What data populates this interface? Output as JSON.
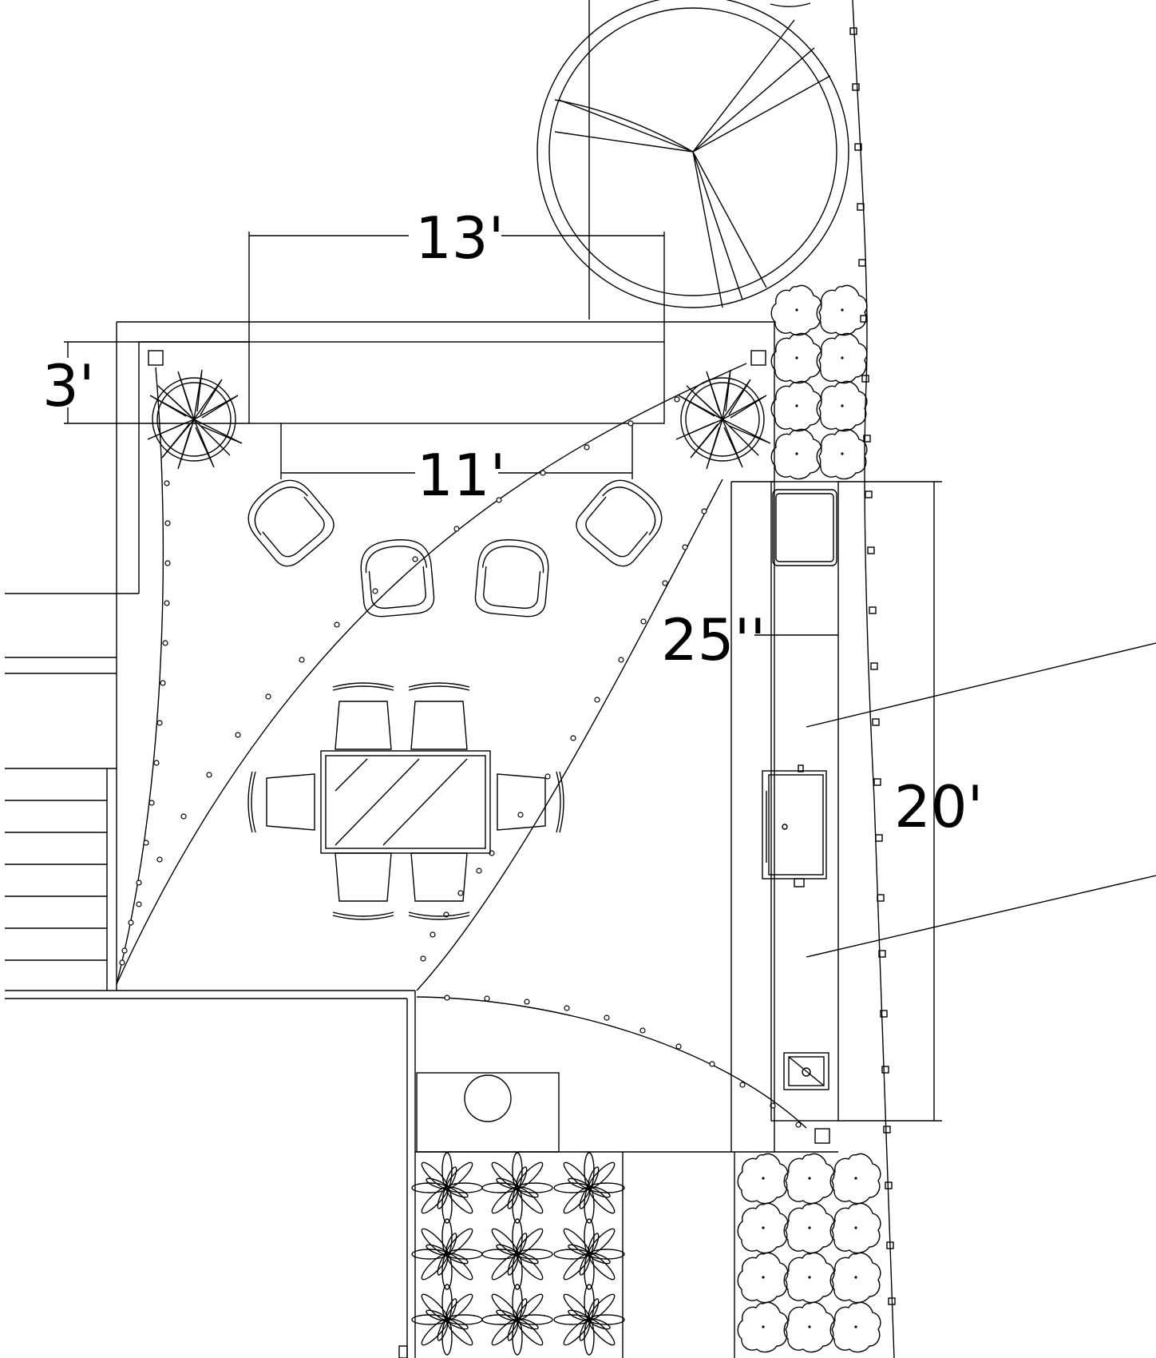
{
  "dimensions": {
    "top_width": "13'",
    "bench_depth": "3'",
    "inner_width": "11'",
    "counter_depth": "25''",
    "counter_length": "20'"
  },
  "colors": {
    "line": "#000000",
    "background": "#ffffff"
  },
  "icons": {
    "umbrella": "umbrella-icon",
    "planter": "potted-palm-icon",
    "lounge_chair": "lounge-chair-icon",
    "dining_table": "dining-table-icon",
    "dining_chair": "dining-chair-icon",
    "grill": "grill-icon",
    "sink": "sink-icon",
    "refrigerator": "refrigerator-icon",
    "shrub": "shrub-icon",
    "agave": "agave-plant-icon",
    "string_light_post": "light-post-icon",
    "string_lights": "string-lights-icon"
  }
}
